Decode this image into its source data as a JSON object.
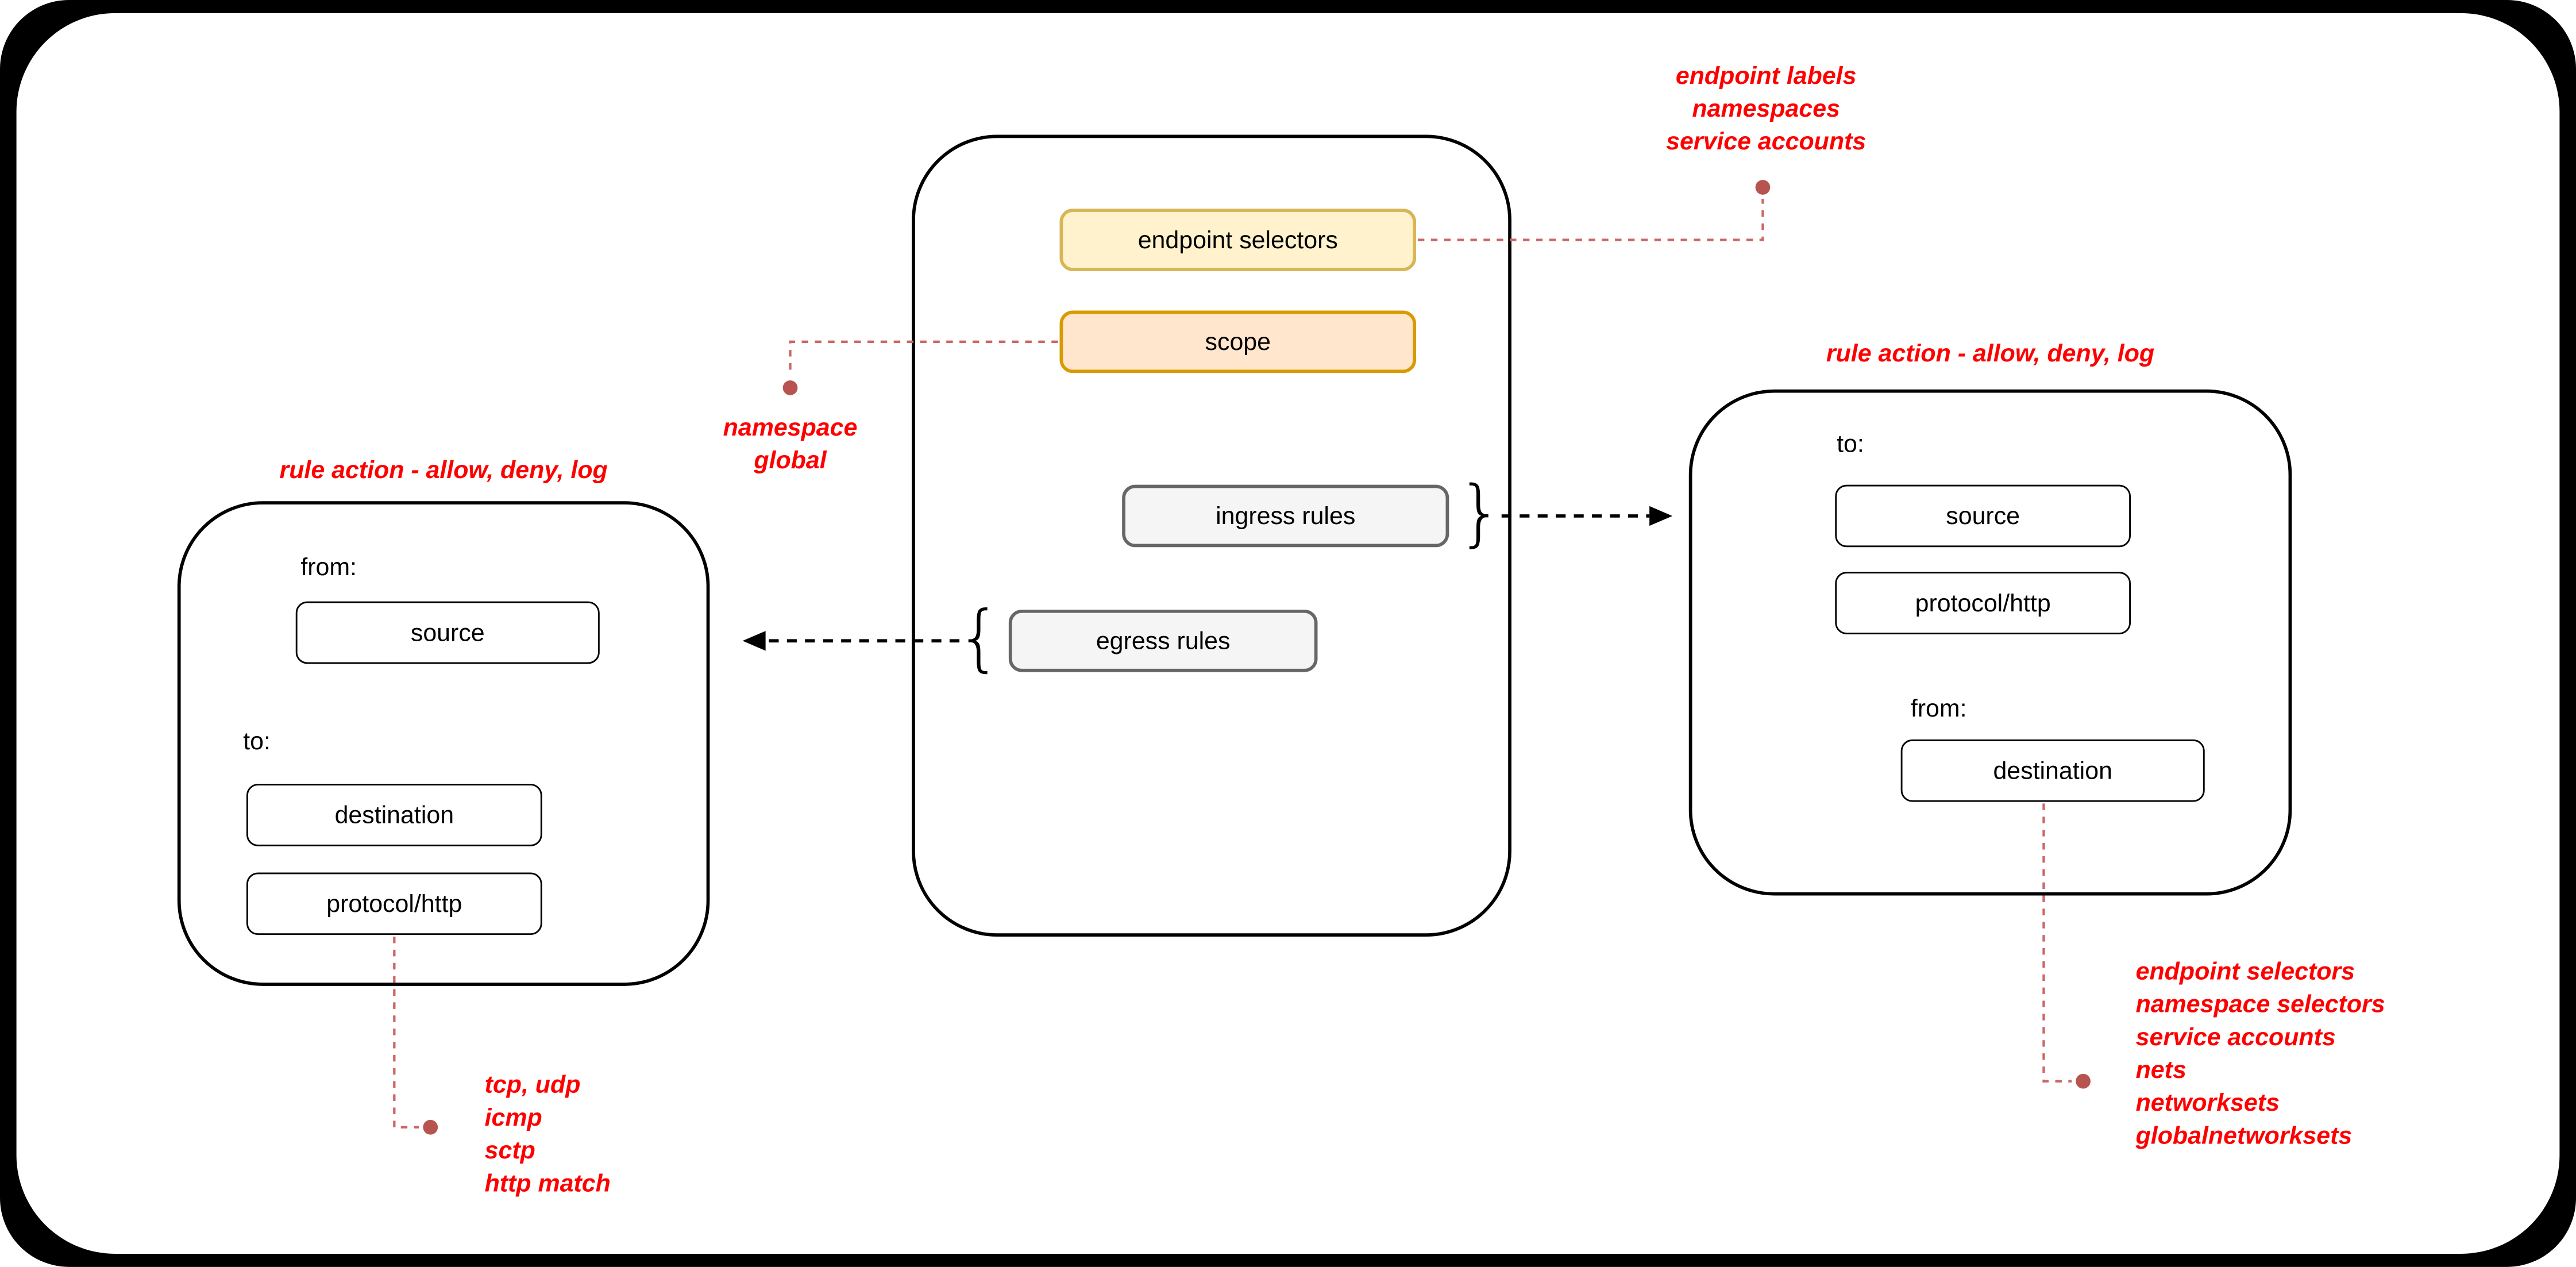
{
  "diagram": {
    "policy": {
      "endpoint_selectors_label": "endpoint selectors",
      "scope_label": "scope",
      "ingress_rules_label": "ingress rules",
      "egress_rules_label": "egress rules",
      "ingress_brace": "}",
      "egress_brace": "{"
    },
    "ingress_rule_box": {
      "title": "rule action - allow, deny, log",
      "to_label": "to:",
      "source_label": "source",
      "protocol_label": "protocol/http",
      "from_label": "from:",
      "destination_label": "destination"
    },
    "egress_rule_box": {
      "title": "rule action - allow, deny, log",
      "from_label": "from:",
      "source_label": "source",
      "to_label": "to:",
      "destination_label": "destination",
      "protocol_label": "protocol/http"
    },
    "annotations": {
      "endpoint_selectors_note": "endpoint labels\nnamespaces\nservice accounts",
      "scope_note": "namespace\nglobal",
      "protocol_note": "tcp, udp\nicmp\nsctp\nhttp match",
      "destination_note": "endpoint selectors\nnamespace selectors\nservice accounts\nnets\nnetworksets\nglobalnetworksets"
    },
    "colors": {
      "red_text": "#ff0000",
      "red_line": "#cc6666",
      "red_dot": "#b85450",
      "yellow_fill": "#fff2cc",
      "yellow_stroke": "#d6b656",
      "orange_fill": "#ffe6cc",
      "orange_stroke": "#d79b00",
      "gray_fill": "#f5f5f5",
      "gray_stroke": "#666666",
      "frame": "#000000",
      "canvas": "#ffffff"
    }
  }
}
